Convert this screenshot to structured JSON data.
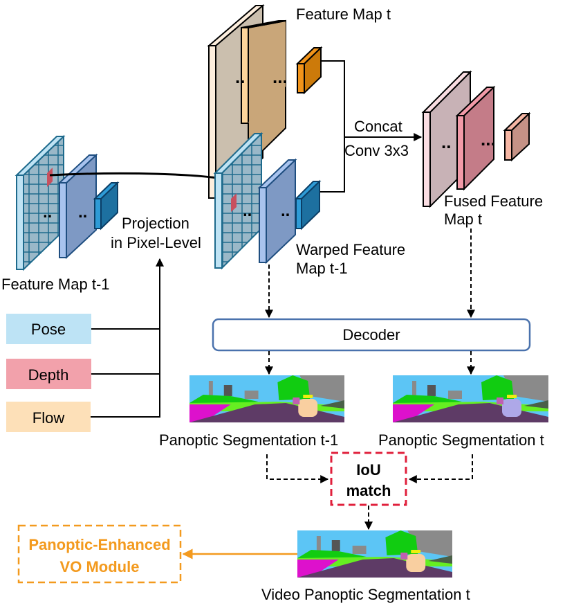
{
  "labels": {
    "feature_map_t": "Feature Map t",
    "concat": "Concat",
    "conv": "Conv 3x3",
    "fused_1": "Fused Feature",
    "fused_2": "Map t",
    "projection_1": "Projection",
    "projection_2": "in Pixel-Level",
    "warped_1": "Warped Feature",
    "warped_2": "Map t-1",
    "feature_map_t1": "Feature Map t-1",
    "decoder": "Decoder",
    "pano_t1": "Panoptic Segmentation t-1",
    "pano_t": "Panoptic Segmentation t",
    "iou_1": "IoU",
    "iou_2": "match",
    "vo_1": "Panoptic-Enhanced",
    "vo_2": "VO Module",
    "video_pano": "Video Panoptic Segmentation t"
  },
  "inputs": [
    {
      "label": "Pose",
      "color": "#bde3f5"
    },
    {
      "label": "Depth",
      "color": "#f2a1ab"
    },
    {
      "label": "Flow",
      "color": "#fde0b8"
    }
  ],
  "colors": {
    "accent_orange": "#f39a1e",
    "iou_red": "#e0203c",
    "decoder_border": "#4a72ad"
  }
}
